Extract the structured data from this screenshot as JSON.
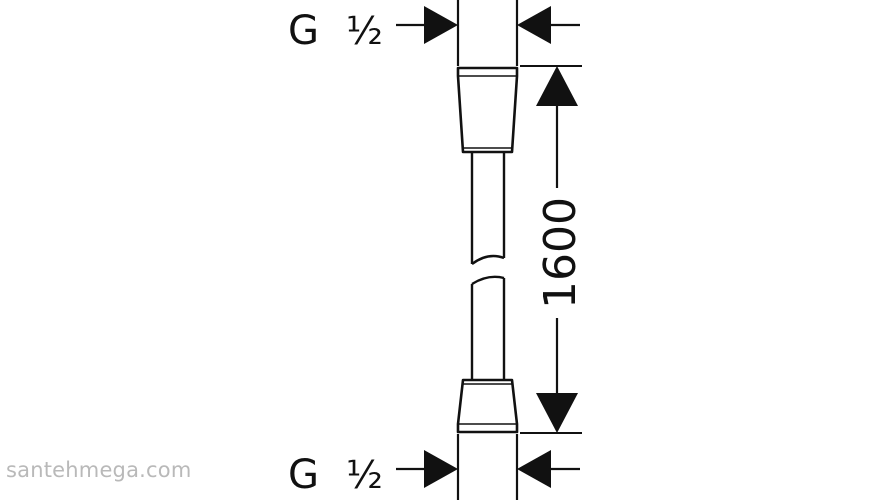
{
  "drawing": {
    "thread_label_top": "G",
    "thread_fraction_top": "½",
    "thread_label_bottom": "G",
    "thread_fraction_bottom": "½",
    "length_dimension": "1600"
  },
  "watermark": "santehmega.com"
}
